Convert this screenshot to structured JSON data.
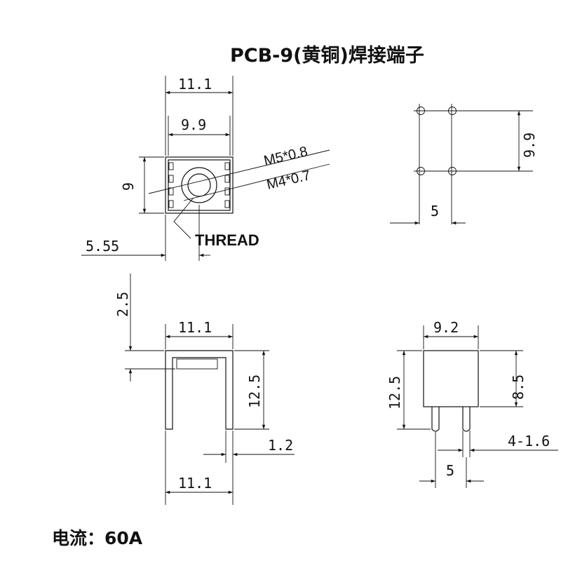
{
  "title": "PCB-9(黄铜)焊接端子",
  "footer": "电流：60A",
  "top_view": {
    "width_outer": "11.1",
    "width_inner": "9.9",
    "height": "9",
    "offset": "5.55",
    "thread_primary": "M5*0.8",
    "thread_secondary": "M4*0.7",
    "thread_label": "THREAD"
  },
  "hole_pattern": {
    "row_spacing": "9.9",
    "column_spacing": "5"
  },
  "front_view": {
    "cap_height": "2.5",
    "width_top": "11.1",
    "leg_height": "12.5",
    "leg_thickness": "1.2",
    "width_bottom": "11.1"
  },
  "side_view": {
    "top_width": "9.2",
    "total_height": "12.5",
    "body_height": "8.5",
    "pin_spec": "4-1.6",
    "pin_spacing": "5"
  },
  "colors": {
    "line": "#111111",
    "background": "#ffffff"
  }
}
